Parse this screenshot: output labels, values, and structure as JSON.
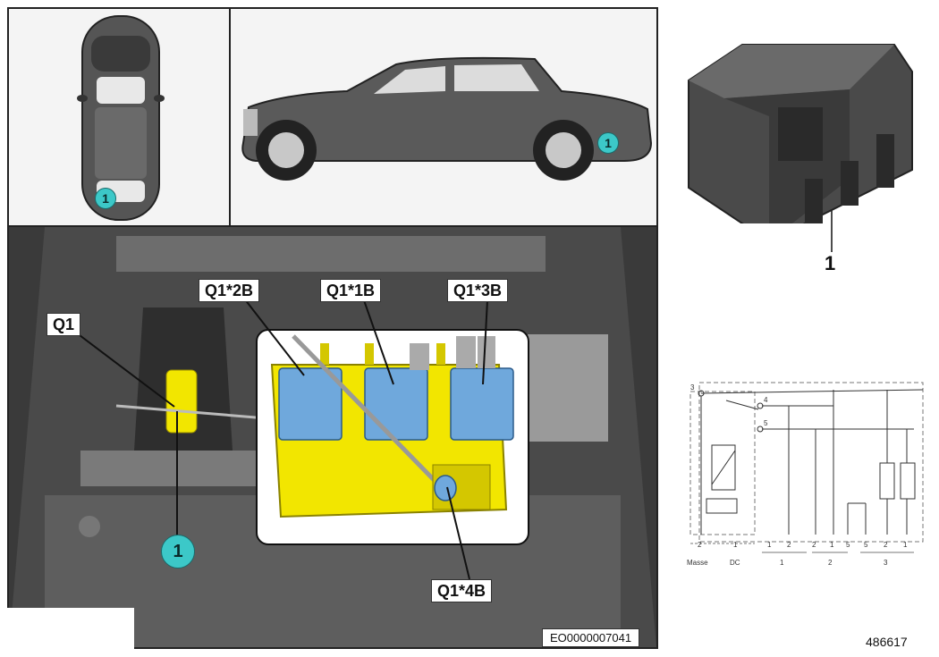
{
  "callouts": {
    "q1": "Q1",
    "q1_2b": "Q1*2B",
    "q1_1b": "Q1*1B",
    "q1_3b": "Q1*3B",
    "q1_4b": "Q1*4B"
  },
  "markers": {
    "top_view": "1",
    "side_view": "1",
    "main_view": "1",
    "part_label": "1"
  },
  "reference_code": "EO0000007041",
  "diagram_number": "486617",
  "schematic": {
    "pins_top": [
      "3",
      "4",
      "5"
    ],
    "bottom_pins": [
      "2",
      "1",
      "1",
      "2",
      "2",
      "1",
      "5",
      "5",
      "2",
      "1"
    ],
    "label_masse": "Masse",
    "label_dc": "DC",
    "group_1": "1",
    "group_2": "2",
    "group_3": "3"
  },
  "colors": {
    "marker": "#3cc8c8",
    "highlight": "#f2e600",
    "connector": "#6fa8dc"
  }
}
